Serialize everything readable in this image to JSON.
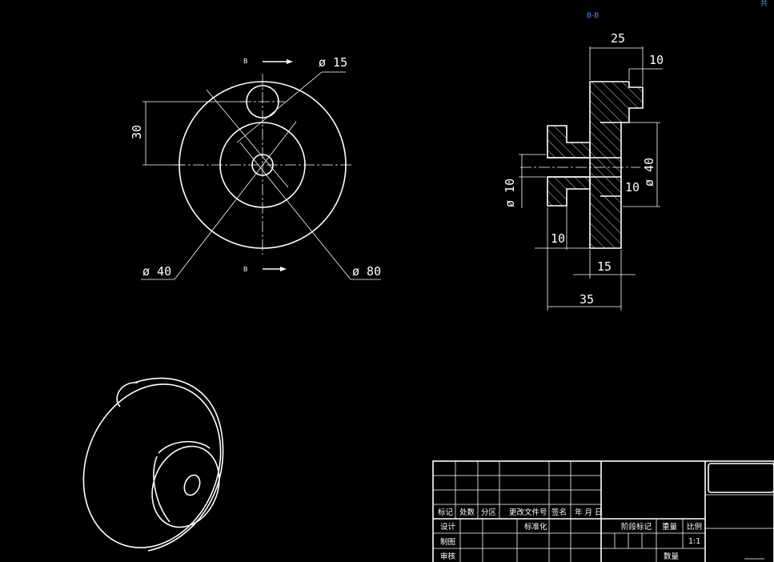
{
  "section_label": "B-B",
  "corner_text": "共",
  "cut_plane_marker": "B",
  "front_view": {
    "dim_hole": "ø 15",
    "dim_offset": "30",
    "dim_hub": "ø 40",
    "dim_outer": "ø 80"
  },
  "section_view": {
    "dim_25": "25",
    "dim_10_top": "10",
    "dim_bore": "ø 10",
    "dim_10_inner": "10",
    "dim_40": "ø 40",
    "dim_10_bottom": "10",
    "dim_15": "15",
    "dim_35": "35"
  },
  "title_block": {
    "mark": "标记",
    "count": "处数",
    "zone": "分区",
    "change_doc": "更改文件号",
    "sign": "签名",
    "date": "年 月 日",
    "design": "设计",
    "standardize": "标准化",
    "stage_mark": "阶段标记",
    "weight": "重量",
    "scale": "比例",
    "drawing": "制图",
    "review": "审核",
    "quantity": "数量",
    "scale_value": "1:1"
  }
}
